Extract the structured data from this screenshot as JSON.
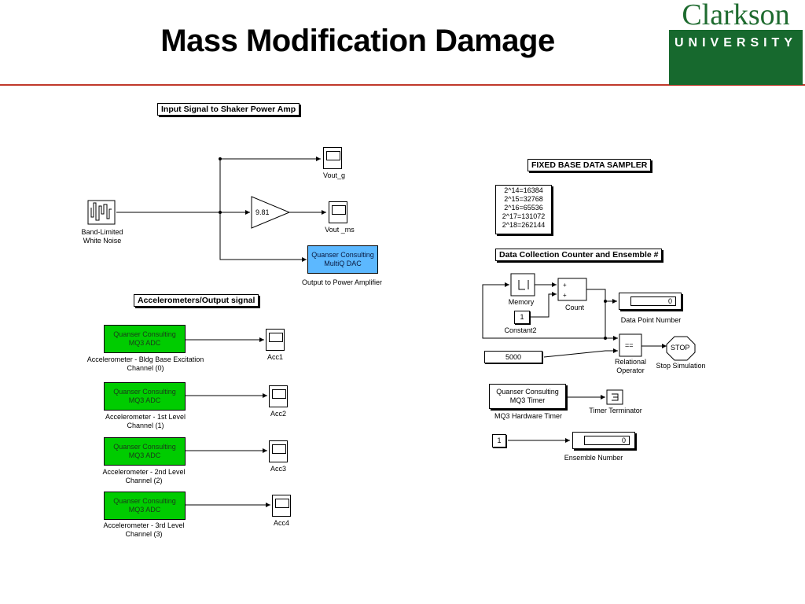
{
  "header": {
    "title": "Mass Modification Damage",
    "logo_top": "Clarkson",
    "logo_bottom": "UNIVERSITY"
  },
  "annotations": {
    "input_signal": "Input Signal to Shaker Power Amp",
    "accelerometers": "Accelerometers/Output signal",
    "fixed_base": "FIXED BASE DATA SAMPLER",
    "data_collection": "Data Collection Counter and Ensemble #"
  },
  "input_section": {
    "noise_label_1": "Band-Limited",
    "noise_label_2": "White Noise",
    "gain_value": "9.81",
    "scope_vout_g": "Vout_g",
    "scope_vout_ms": "Vout _ms",
    "dac_line1": "Quanser Consulting",
    "dac_line2": "MultiQ DAC",
    "dac_label": "Output to Power Amplifier"
  },
  "accelerometers": [
    {
      "block1": "Quanser Consulting",
      "block2": "MQ3 ADC",
      "label1": "Accelerometer - Bldg Base Excitation",
      "label2": "Channel (0)",
      "scope": "Acc1"
    },
    {
      "block1": "Quanser Consulting",
      "block2": "MQ3 ADC",
      "label1": "Accelerometer - 1st Level",
      "label2": "Channel (1)",
      "scope": "Acc2"
    },
    {
      "block1": "Quanser Consulting",
      "block2": "MQ3 ADC",
      "label1": "Accelerometer - 2nd Level",
      "label2": "Channel (2)",
      "scope": "Acc3"
    },
    {
      "block1": "Quanser Consulting",
      "block2": "MQ3 ADC",
      "label1": "Accelerometer - 3rd Level",
      "label2": "Channel (3)",
      "scope": "Acc4"
    }
  ],
  "sampler": {
    "lines": [
      "2^14=16384",
      "2^15=32768",
      "2^16=65536",
      "2^17=131072",
      "2^18=262144"
    ]
  },
  "counter": {
    "memory_label": "Memory",
    "plus1": "+",
    "plus2": "+",
    "count_label": "Count",
    "constant_value": "1",
    "constant_label": "Constant2",
    "display_value": "0",
    "display_label": "Data Point Number",
    "relop_symbol": "==",
    "relop_label_1": "Relational",
    "relop_label_2": "Operator",
    "stop_text": "STOP",
    "stop_label": "Stop Simulation",
    "limit_value": "5000"
  },
  "timer": {
    "line1": "Quanser Consulting",
    "line2": "MQ3 Timer",
    "label": "MQ3 Hardware Timer",
    "terminator_label": "Timer Terminator"
  },
  "ensemble": {
    "constant_value": "1",
    "display_value": "0",
    "label": "Ensemble Number"
  }
}
